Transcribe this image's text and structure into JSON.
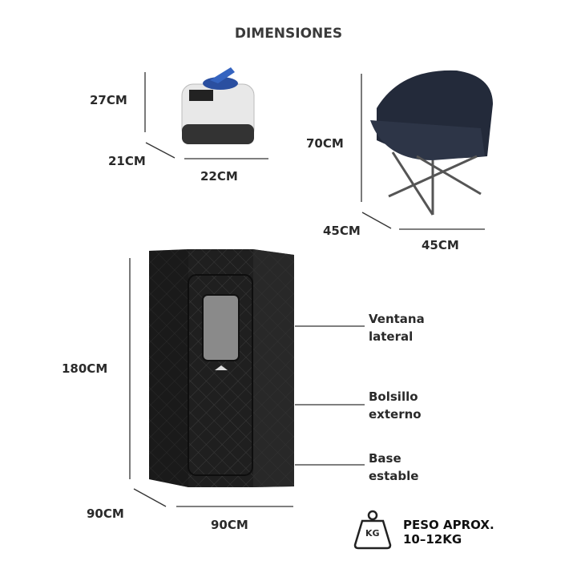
{
  "title": "DIMENSIONES",
  "steamer": {
    "height": "27CM",
    "depth": "21CM",
    "width": "22CM"
  },
  "chair": {
    "height": "70CM",
    "depth": "45CM",
    "width": "45CM"
  },
  "tent": {
    "height": "180CM",
    "depth": "90CM",
    "width": "90CM"
  },
  "features": [
    {
      "line1": "Ventana",
      "line2": "lateral"
    },
    {
      "line1": "Bolsillo",
      "line2": "externo"
    },
    {
      "line1": "Base",
      "line2": "estable"
    }
  ],
  "weight": {
    "icon_text": "KG",
    "line1": "PESO APROX.",
    "line2": "10–12KG"
  }
}
